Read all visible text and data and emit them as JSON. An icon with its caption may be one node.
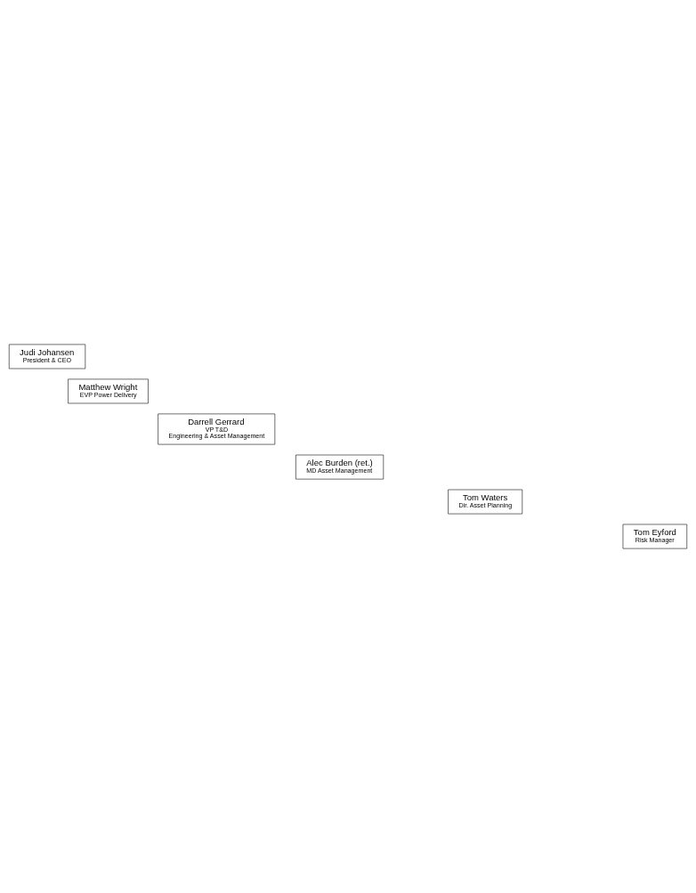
{
  "diagram": {
    "nodes": [
      {
        "text": [
          "Judi Johansen",
          "President & CEO"
        ]
      },
      {
        "text": [
          "Matthew Wright",
          "EVP Power Delivery"
        ]
      },
      {
        "text": [
          "Darrell Gerrard",
          "VP T&D Engineering & Asset Management"
        ]
      },
      {
        "text": [
          "Alec Burden (ret.)",
          "MD Asset Management"
        ]
      },
      {
        "text": [
          "Tom Waters",
          "Dir. Asset Planning"
        ]
      },
      {
        "text": [
          "Tom Eyford",
          "Risk Manager"
        ]
      }
    ]
  }
}
